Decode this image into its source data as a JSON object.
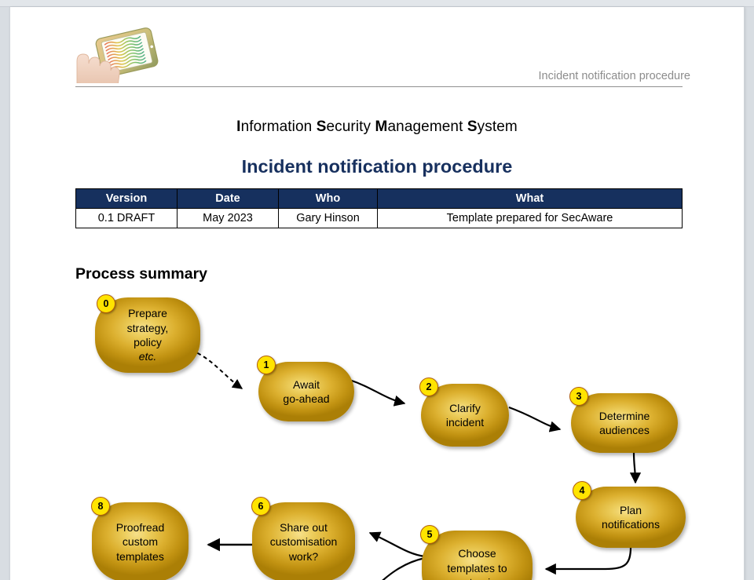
{
  "document": {
    "header": {
      "running_title": "Incident notification procedure",
      "logo_name": "hand-tablet-logo"
    },
    "isms_title": {
      "full": "Information Security Management System",
      "parts": [
        {
          "cap": "I",
          "rest": "nformation "
        },
        {
          "cap": "S",
          "rest": "ecurity "
        },
        {
          "cap": "M",
          "rest": "anagement "
        },
        {
          "cap": "S",
          "rest": "ystem"
        }
      ]
    },
    "title": "Incident notification procedure",
    "version_table": {
      "headers": [
        "Version",
        "Date",
        "Who",
        "What"
      ],
      "rows": [
        [
          "0.1 DRAFT",
          "May 2023",
          "Gary Hinson",
          "Template prepared for SecAware"
        ]
      ]
    },
    "section_heading": "Process summary"
  },
  "flowchart": {
    "nodes": [
      {
        "id": "0",
        "badge": "0",
        "lines": [
          "Prepare",
          "strategy,",
          "policy "
        ],
        "italic_tail": "etc."
      },
      {
        "id": "1",
        "badge": "1",
        "lines": [
          "Await",
          "go-ahead"
        ]
      },
      {
        "id": "2",
        "badge": "2",
        "lines": [
          "Clarify",
          "incident"
        ]
      },
      {
        "id": "3",
        "badge": "3",
        "lines": [
          "Determine",
          "audiences"
        ]
      },
      {
        "id": "4",
        "badge": "4",
        "lines": [
          "Plan",
          "notifications"
        ]
      },
      {
        "id": "5",
        "badge": "5",
        "lines": [
          "Choose",
          "templates to",
          "customise"
        ]
      },
      {
        "id": "6",
        "badge": "6",
        "lines": [
          "Share out",
          "customisation",
          "work?"
        ]
      },
      {
        "id": "8",
        "badge": "8",
        "lines": [
          "Proofread",
          "custom",
          "templates"
        ]
      }
    ]
  },
  "colors": {
    "navy": "#16305e",
    "node_gold": "#dcb02f",
    "badge_yellow": "#ffe400",
    "header_gray": "#8c8c8c"
  }
}
